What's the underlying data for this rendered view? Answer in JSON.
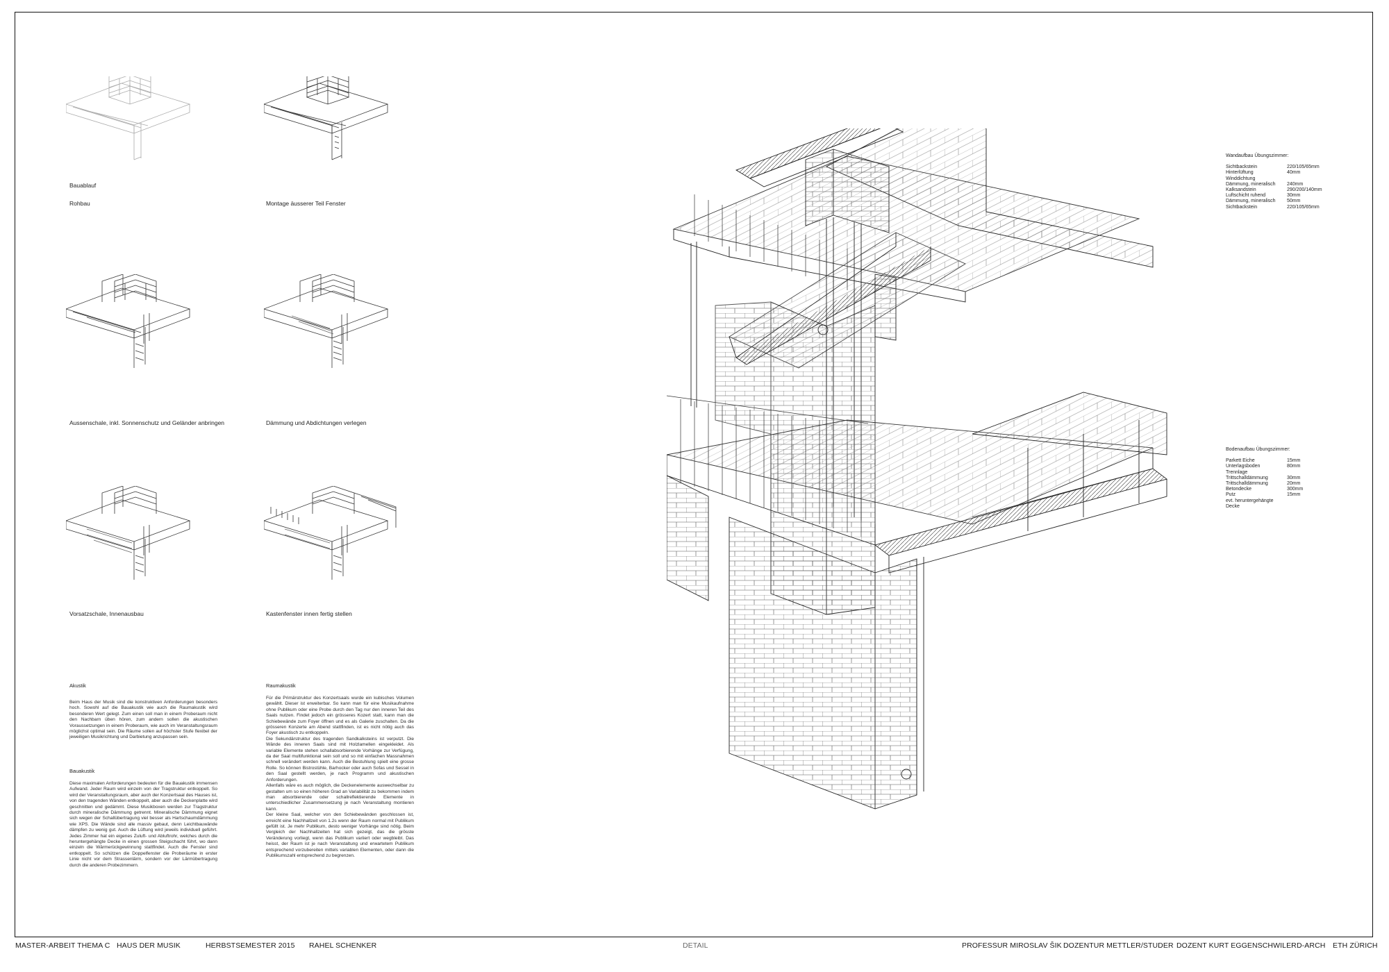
{
  "steps": {
    "title": "Bauablauf",
    "items": [
      {
        "label": "Rohbau"
      },
      {
        "label": "Montage äusserer Teil Fenster"
      },
      {
        "label": "Aussenschale, inkl. Sonnenschutz und Geländer anbringen"
      },
      {
        "label": "Dämmung und Abdichtungen verlegen"
      },
      {
        "label": "Vorsatzschale, Innenausbau"
      },
      {
        "label": "Kastenfenster innen fertig stellen"
      }
    ]
  },
  "text": {
    "akustik": {
      "title": "Akustik",
      "paragraph": "Beim Haus der Musik sind die konstruktiven Anforderungen besonders hoch. Sowohl auf die Bauakustik wie auch die Raumakustik wird besonderen Wert gelegt. Zum einen soll man in einem Proberaum nicht den Nachbarn üben hören, zum andern sollen die akustischen Voraussetzungen in einem Proberaum, wie auch im Veranstaltungsraum möglichst optimal sein. Die Räume sollen auf höchster Stufe flexibel der jeweiligen Musikrichtung und Darbietung anzupassen sein."
    },
    "bauakustik": {
      "title": "Bauakustik",
      "paragraph": "Diese maximalen Anforderungen bedeuten für die Bauakustik immensen Aufwand. Jeder Raum wird einzeln von der Tragstruktur entkoppelt. So wird der Veranstaltungsraum, aber auch der Konzertsaal des Hauses ist, von den tragenden Wänden entkoppelt, aber auch die Deckenplatte wird geschnitten und gedämmt. Diese Musikboxen werden zur Tragstruktur durch mineralische Dämmung getrennt. Mineralische Dämmung eignet sich wegen der Schallübertragung viel besser als Hartschaumdämmung wie XPS. Die Wände sind alle massiv gebaut, denn Leichtbauwände dämpfen zu wenig gut. Auch die Lüftung wird jeweils individuell geführt. Jedes Zimmer hat ein eigenes Zuluft- und Abluftrohr, welches durch die heruntergehängte Decke in einen grossen Steigschacht führt, wo dann einzeln die Wärmerückgewinnung stattfindet. Auch die Fenster sind entkoppelt. So schützen die Doppelfenster die Proberäume in erster Linie nicht vor dem Strassenlärm, sondern vor der Lärmübertragung durch die anderen Probezimmern."
    },
    "raumakustik": {
      "title": "Raumakustik",
      "paragraphs": [
        "Für die Primärstruktur des Konzertsaals wurde ein kubisches Volumen gewählt. Dieser ist erweiterbar. So kann man für eine Musikaufnahme ohne Publikum oder eine Probe durch den Tag nur den inneren Teil des Saals nutzen. Findet jedoch ein grösseres Kozert statt, kann man die Schiebewände zum Foyer öffnen und es als Galerie zuschalten. Da die grösseren Konzerte am Abend stattfinden, ist es nicht nötig auch das Foyer akustisch zu entkoppeln.",
        "Die Sekundärstruktur des tragenden Sandkalksteins ist verputzt. Die Wände des inneren Saals sind mit Holzlamellen eingekleidet. Als variable Elemente stehen schallabsorbierende Vorhänge zur Verfügung, da der Saal multifunktional sein soll und so mit einfachen Massnahmen schnell verändert werden kann. Auch die Bestuhlung spielt eine grosse Rolle. So können Bistrostühle, Barhocker oder auch Sofas und Sessel in den Saal gestellt werden, je nach Programm und akustischen Anforderungen.",
        "Allenfalls wäre es auch möglich, die Deckenelemente auswechselbar zu gestalten um so einen höheren Grad an Variabilität zu bekommen indem man absorbierende oder schallreflektierende Elemente in unterschiedlicher Zusammensetzung je nach Veranstaltung montieren kann.",
        "Der kleine Saal, welcher von den Schiebewänden geschlossen ist, erreicht eine Nachhallzeit von 1.2s wenn der Raum normal mit Publikum gefüllt ist. Je mehr Publikum, desto weniger Vorhänge sind nötig. Beim Vergleich der Nachhallzeiten hat sich gezeigt, das die grösste Veränderung vorliegt, wenn das Publikum variiert oder wegbleibt. Das heisst, der Raum ist je nach Veranstaltung und erwartetem Publikum entsprechend vorzubereiten mittels variablen Elementen, oder dann die Publikumszahl entsprechend zu begrenzen."
      ]
    }
  },
  "wall_spec": {
    "title": "Wandaufbau Übungszimmer:",
    "rows": [
      {
        "name": "Sichtbackstein",
        "value": "220/105/65mm"
      },
      {
        "name": "Hinterlüftung",
        "value": "40mm"
      },
      {
        "name": "Winddichtung",
        "value": ""
      },
      {
        "name": "Dämmung, mineralisch",
        "value": "240mm"
      },
      {
        "name": "Kalksandstein",
        "value": "290/200/140mm"
      },
      {
        "name": "Luftschicht ruhend",
        "value": "30mm"
      },
      {
        "name": "Dämmung, mineralisch",
        "value": "50mm"
      },
      {
        "name": "Sichtbackstein",
        "value": "220/105/65mm"
      }
    ]
  },
  "floor_spec": {
    "title": "Bodenaufbau Übungszimmer:",
    "rows": [
      {
        "name": "Parkett Eiche",
        "value": "15mm"
      },
      {
        "name": "Unterlagsboden",
        "value": "80mm"
      },
      {
        "name": "Trennlage",
        "value": ""
      },
      {
        "name": "Trittschalldämmung",
        "value": "30mm"
      },
      {
        "name": "Trittschalldämmung",
        "value": "20mm"
      },
      {
        "name": "Betondecke",
        "value": "300mm"
      },
      {
        "name": "Putz",
        "value": "15mm"
      },
      {
        "name": "evt. heruntergehängte",
        "value": ""
      },
      {
        "name": "Decke",
        "value": ""
      }
    ]
  },
  "footer": {
    "project": "MASTER-ARBEIT THEMA C",
    "building": "HAUS DER MUSIK",
    "semester": "HERBSTSEMESTER 2015",
    "author": "RAHEL SCHENKER",
    "sheet": "DETAIL",
    "professor": "PROFESSUR MIROSLAV ŠIK",
    "dozentur": "DOZENTUR METTLER/STUDER",
    "dozent": "DOZENT KURT EGGENSCHWILER",
    "dept": "D-ARCH",
    "school": "ETH ZÜRICH"
  }
}
